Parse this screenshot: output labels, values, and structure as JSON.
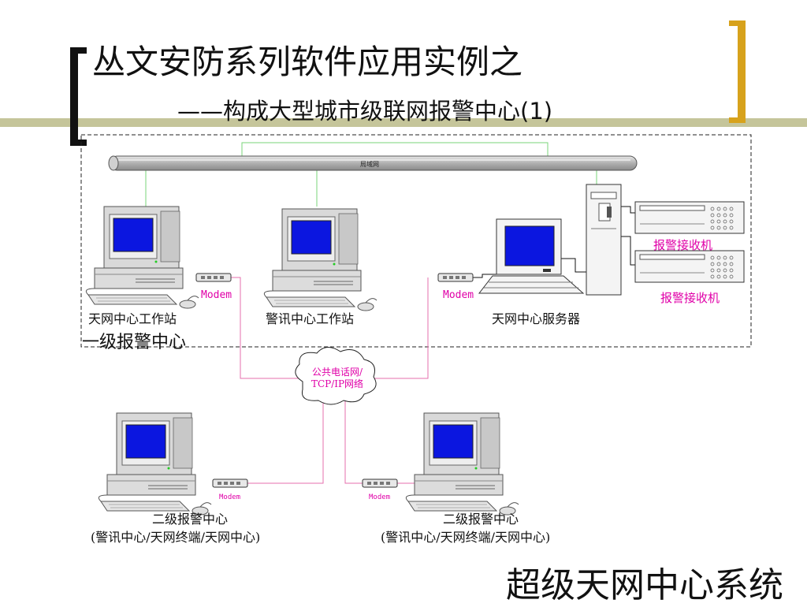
{
  "slide": {
    "title": "丛文安防系列软件应用实例之",
    "subtitle": "——构成大型城市级联网报警中心(1)",
    "footer": "超级天网中心系统"
  },
  "diagram": {
    "lan_label": "局域网",
    "level1_label": "一级报警中心",
    "nodes": {
      "skynet_workstation": "天网中心工作站",
      "police_workstation": "警讯中心工作站",
      "skynet_server": "天网中心服务器",
      "alarm_receiver_1": "报警接收机",
      "alarm_receiver_2": "报警接收机",
      "level2_left_title": "二级报警中心",
      "level2_left_sub": "(警讯中心/天网终端/天网中心)",
      "level2_right_title": "二级报警中心",
      "level2_right_sub": "(警讯中心/天网终端/天网中心)"
    },
    "modem_label": "Modem",
    "network_cloud": [
      "公共电话网/",
      "TCP/IP网络"
    ],
    "colors": {
      "accent_gold": "#d7a21c",
      "stripe_olive": "#c5c59a",
      "screen_blue": "#0b16e0",
      "link_pink": "#e46fae",
      "link_green": "#7ad67a",
      "label_pink": "#e000a8"
    }
  }
}
